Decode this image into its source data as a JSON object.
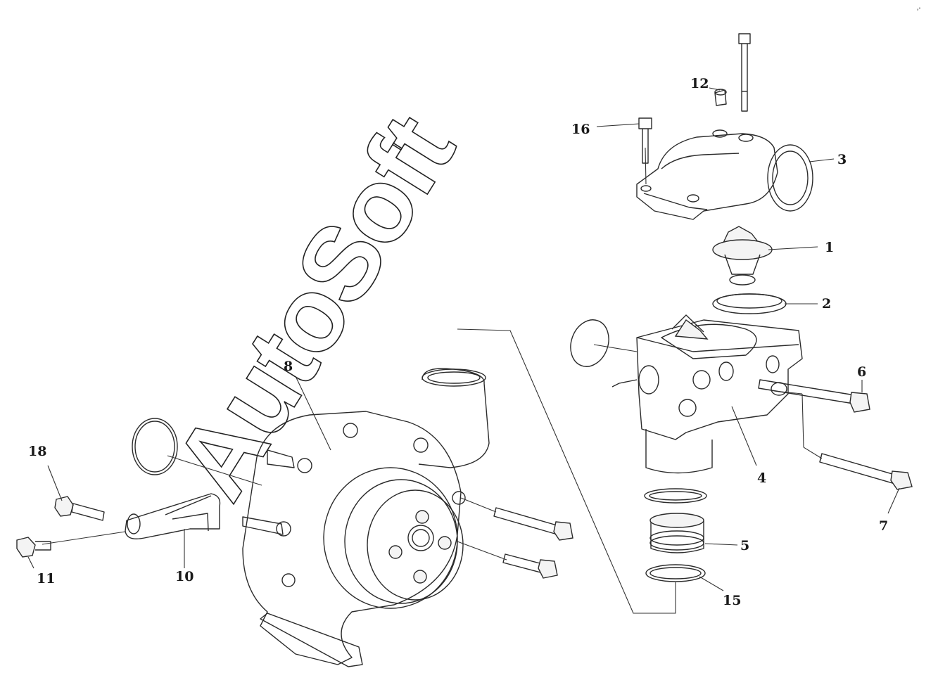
{
  "watermark": "AutoSoft",
  "corner_mark": "°°",
  "callouts": [
    {
      "id": "c1",
      "label": "1"
    },
    {
      "id": "c2",
      "label": "2"
    },
    {
      "id": "c3",
      "label": "3"
    },
    {
      "id": "c4",
      "label": "4"
    },
    {
      "id": "c5",
      "label": "5"
    },
    {
      "id": "c6",
      "label": "6"
    },
    {
      "id": "c7",
      "label": "7"
    },
    {
      "id": "c8",
      "label": "8"
    },
    {
      "id": "c10",
      "label": "10"
    },
    {
      "id": "c11",
      "label": "11"
    },
    {
      "id": "c12",
      "label": "12"
    },
    {
      "id": "c15",
      "label": "15"
    },
    {
      "id": "c16",
      "label": "16"
    },
    {
      "id": "c18",
      "label": "18"
    }
  ]
}
